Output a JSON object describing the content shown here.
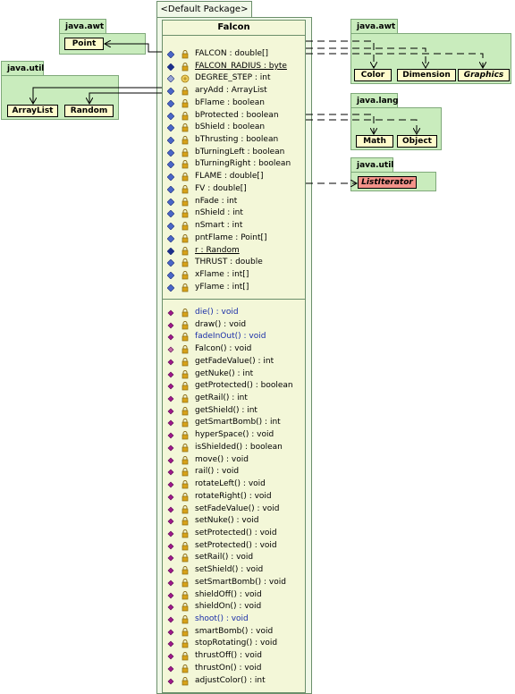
{
  "default_package": {
    "label": "<Default Package>"
  },
  "falcon": {
    "name": "Falcon",
    "attributes": [
      {
        "text": "FALCON : double[]",
        "underline": false,
        "color": "normal",
        "kind": "field"
      },
      {
        "text": "FALCON_RADIUS : byte",
        "underline": true,
        "color": "normal",
        "kind": "static"
      },
      {
        "text": "DEGREE_STEP : int",
        "underline": false,
        "color": "normal",
        "kind": "const"
      },
      {
        "text": "aryAdd : ArrayList",
        "underline": false,
        "color": "normal",
        "kind": "field"
      },
      {
        "text": "bFlame : boolean",
        "underline": false,
        "color": "normal",
        "kind": "field"
      },
      {
        "text": "bProtected : boolean",
        "underline": false,
        "color": "normal",
        "kind": "field"
      },
      {
        "text": "bShield : boolean",
        "underline": false,
        "color": "normal",
        "kind": "field"
      },
      {
        "text": "bThrusting : boolean",
        "underline": false,
        "color": "normal",
        "kind": "field"
      },
      {
        "text": "bTurningLeft : boolean",
        "underline": false,
        "color": "normal",
        "kind": "field"
      },
      {
        "text": "bTurningRight : boolean",
        "underline": false,
        "color": "normal",
        "kind": "field"
      },
      {
        "text": "FLAME : double[]",
        "underline": false,
        "color": "normal",
        "kind": "field"
      },
      {
        "text": "FV : double[]",
        "underline": false,
        "color": "normal",
        "kind": "field"
      },
      {
        "text": "nFade : int",
        "underline": false,
        "color": "normal",
        "kind": "field"
      },
      {
        "text": "nShield : int",
        "underline": false,
        "color": "normal",
        "kind": "field"
      },
      {
        "text": "nSmart : int",
        "underline": false,
        "color": "normal",
        "kind": "field"
      },
      {
        "text": "pntFlame : Point[]",
        "underline": false,
        "color": "normal",
        "kind": "field"
      },
      {
        "text": "r : Random",
        "underline": true,
        "color": "normal",
        "kind": "static"
      },
      {
        "text": "THRUST : double",
        "underline": false,
        "color": "normal",
        "kind": "field"
      },
      {
        "text": "xFlame : int[]",
        "underline": false,
        "color": "normal",
        "kind": "field"
      },
      {
        "text": "yFlame : int[]",
        "underline": false,
        "color": "normal",
        "kind": "field"
      }
    ],
    "operations": [
      {
        "text": "die() : void",
        "color": "blue",
        "kind": "method"
      },
      {
        "text": "draw() : void",
        "color": "normal",
        "kind": "method"
      },
      {
        "text": "fadeInOut() : void",
        "color": "blue",
        "kind": "method"
      },
      {
        "text": "Falcon() : void",
        "color": "normal",
        "kind": "constructor"
      },
      {
        "text": "getFadeValue() : int",
        "color": "normal",
        "kind": "method"
      },
      {
        "text": "getNuke() : int",
        "color": "normal",
        "kind": "method"
      },
      {
        "text": "getProtected() : boolean",
        "color": "normal",
        "kind": "method"
      },
      {
        "text": "getRail() : int",
        "color": "normal",
        "kind": "method"
      },
      {
        "text": "getShield() : int",
        "color": "normal",
        "kind": "method"
      },
      {
        "text": "getSmartBomb() : int",
        "color": "normal",
        "kind": "method"
      },
      {
        "text": "hyperSpace() : void",
        "color": "normal",
        "kind": "method"
      },
      {
        "text": "isShielded() : boolean",
        "color": "normal",
        "kind": "method"
      },
      {
        "text": "move() : void",
        "color": "normal",
        "kind": "method"
      },
      {
        "text": "rail() : void",
        "color": "normal",
        "kind": "method"
      },
      {
        "text": "rotateLeft() : void",
        "color": "normal",
        "kind": "method"
      },
      {
        "text": "rotateRight() : void",
        "color": "normal",
        "kind": "method"
      },
      {
        "text": "setFadeValue() : void",
        "color": "normal",
        "kind": "method"
      },
      {
        "text": "setNuke() : void",
        "color": "normal",
        "kind": "method"
      },
      {
        "text": "setProtected() : void",
        "color": "normal",
        "kind": "method"
      },
      {
        "text": "setProtected() : void",
        "color": "normal",
        "kind": "method"
      },
      {
        "text": "setRail() : void",
        "color": "normal",
        "kind": "method"
      },
      {
        "text": "setShield() : void",
        "color": "normal",
        "kind": "method"
      },
      {
        "text": "setSmartBomb() : void",
        "color": "normal",
        "kind": "method"
      },
      {
        "text": "shieldOff() : void",
        "color": "normal",
        "kind": "method"
      },
      {
        "text": "shieldOn() : void",
        "color": "normal",
        "kind": "method"
      },
      {
        "text": "shoot() : void",
        "color": "blue",
        "kind": "method"
      },
      {
        "text": "smartBomb() : void",
        "color": "normal",
        "kind": "method"
      },
      {
        "text": "stopRotating() : void",
        "color": "normal",
        "kind": "method"
      },
      {
        "text": "thrustOff() : void",
        "color": "normal",
        "kind": "method"
      },
      {
        "text": "thrustOn() : void",
        "color": "normal",
        "kind": "method"
      },
      {
        "text": "adjustColor() : int",
        "color": "normal",
        "kind": "method"
      }
    ]
  },
  "packages": {
    "awt_left": {
      "name": "java.awt",
      "classes": [
        "Point"
      ]
    },
    "util_left": {
      "name": "java.util",
      "classes": [
        "ArrayList",
        "Random"
      ]
    },
    "awt_right": {
      "name": "java.awt",
      "classes": [
        "Color",
        "Dimension",
        "Graphics"
      ]
    },
    "lang": {
      "name": "java.lang",
      "classes": [
        "Math",
        "Object"
      ]
    },
    "util_right": {
      "name": "java.util",
      "classes": [
        "ListIterator"
      ]
    }
  },
  "colors": {
    "package_fill": "#c9ecbd",
    "class_fill": "#fffccc",
    "highlight_class_fill": "#f4938a",
    "falcon_fill": "#f3f7d8",
    "field_icon": "#4a66c8",
    "method_icon": "#a0188c",
    "lock_icon": "#d7a21a",
    "blue_text": "#1a2ea8"
  }
}
